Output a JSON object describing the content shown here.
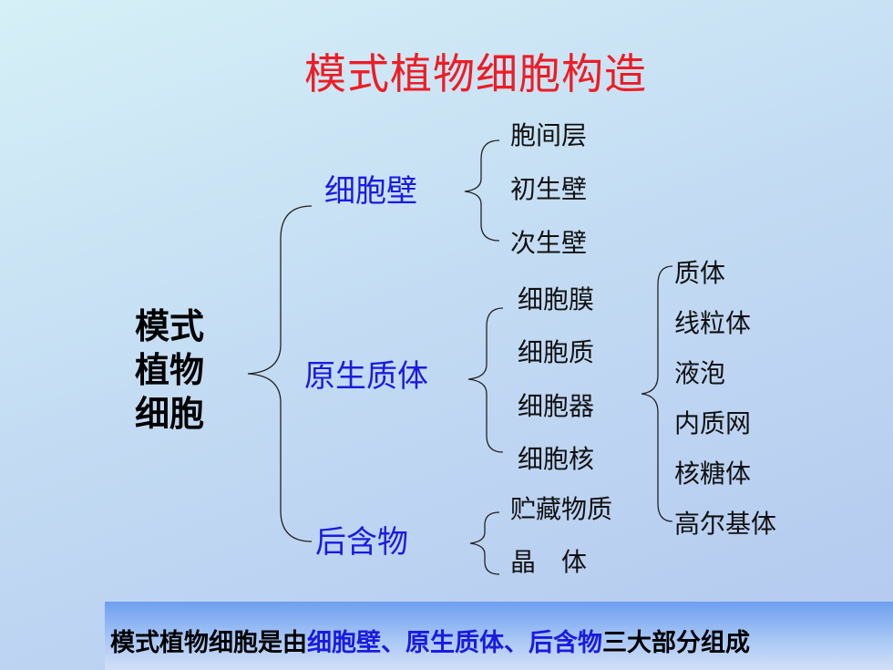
{
  "slide": {
    "title": "模式植物细胞构造"
  },
  "tree": {
    "root": {
      "line1": "模式",
      "line2": "植物",
      "line3": "细胞"
    },
    "cell_wall": {
      "label": "细胞壁",
      "items": [
        "胞间层",
        "初生壁",
        "次生壁"
      ]
    },
    "protoplast": {
      "label": "原生质体",
      "items": [
        "细胞膜",
        "细胞质",
        "细胞器",
        "细胞核"
      ],
      "organelles": [
        "质体",
        "线粒体",
        "液泡",
        "内质网",
        "核糖体",
        "高尔基体"
      ]
    },
    "ergastic": {
      "label": "后含物",
      "items": [
        "贮藏物质",
        "晶　体"
      ]
    }
  },
  "footer": {
    "prefix": "模式植物细胞是由",
    "part1": "细胞壁",
    "sep1": "、",
    "part2": "原生质体",
    "sep2": "、",
    "part3": "后含物",
    "suffix": "三大部分组成"
  },
  "colors": {
    "title": "#ee1c24",
    "branch_label": "#1a1ae0",
    "text": "#000000"
  }
}
